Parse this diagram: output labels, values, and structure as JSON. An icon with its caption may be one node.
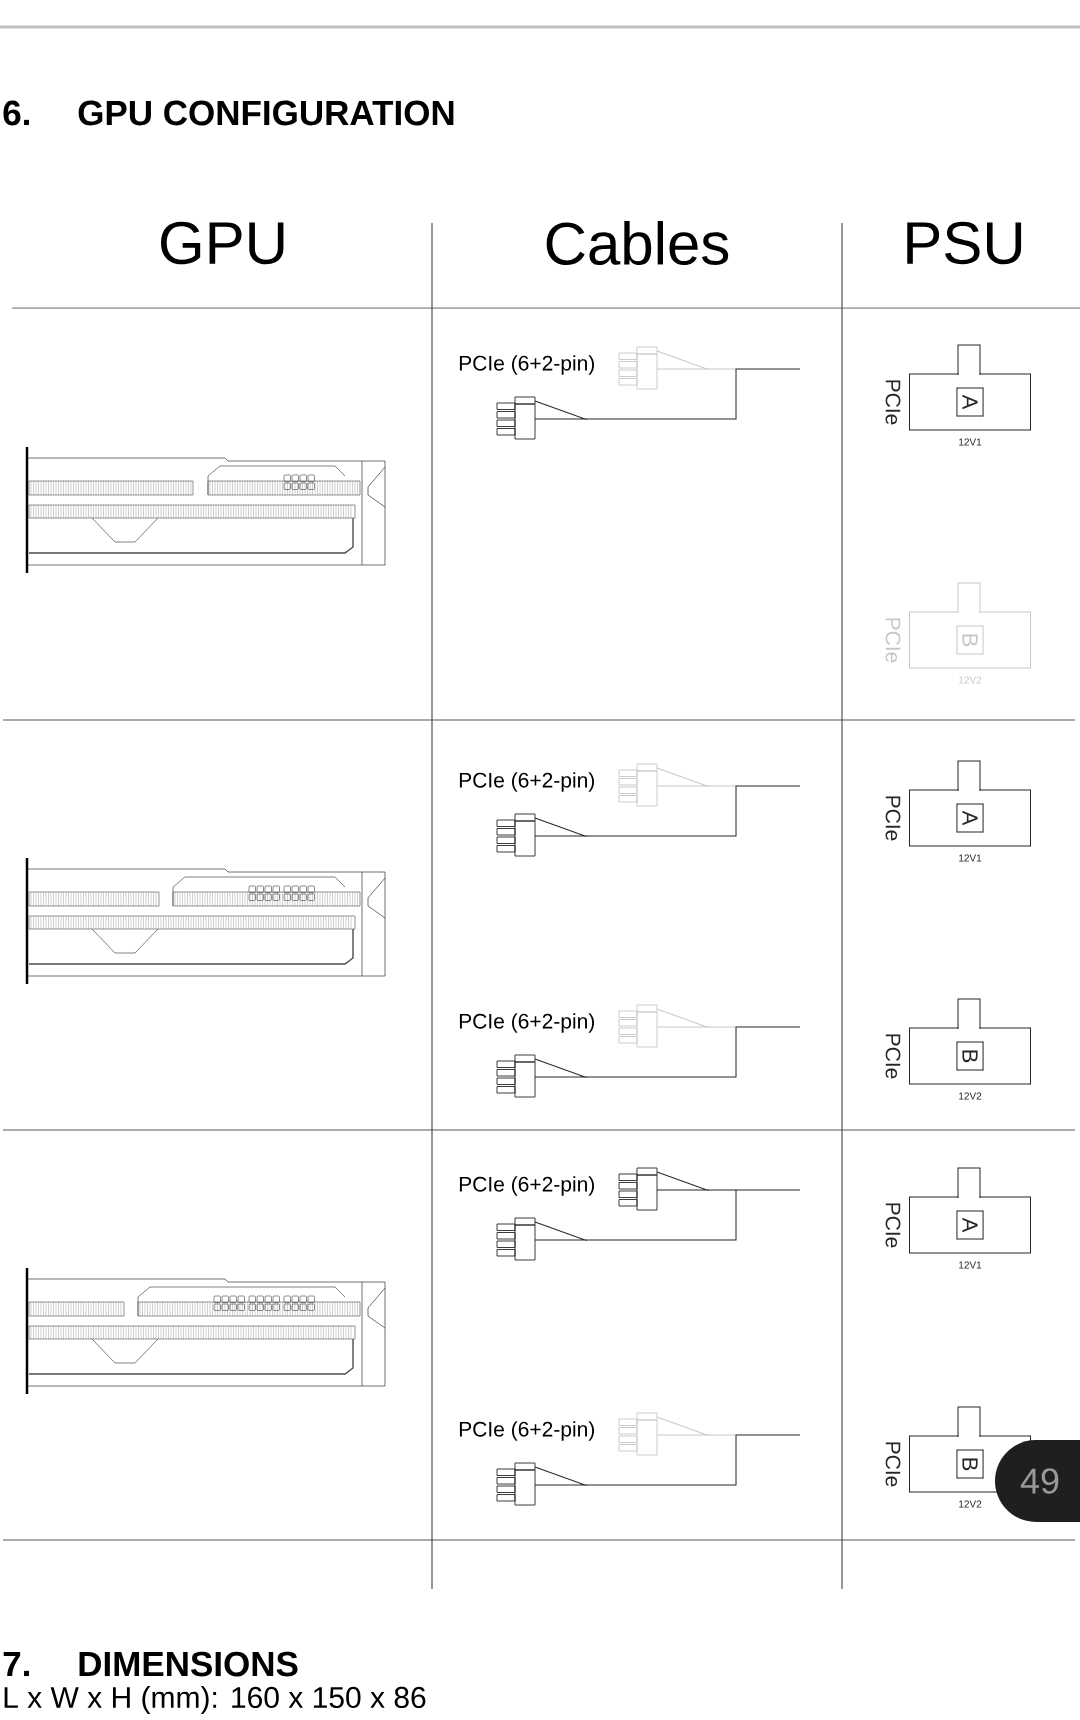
{
  "diagram": {
    "title": "GPU CONFIGURATION",
    "nodes": [
      {
        "text": [
          "A"
        ],
        "beside": [
          "PCIe",
          "12V1"
        ]
      },
      {
        "text": [
          "B"
        ],
        "beside": [
          "PCIe",
          "12V2"
        ]
      },
      {
        "text": [
          "A"
        ],
        "beside": [
          "PCIe",
          "12V1"
        ]
      },
      {
        "text": [
          "B"
        ],
        "beside": [
          "PCIe",
          "12V2"
        ]
      },
      {
        "text": [
          "A"
        ],
        "beside": [
          "PCIe",
          "12V1"
        ]
      },
      {
        "text": [
          "B"
        ],
        "beside": [
          "PCIe",
          "12V2"
        ]
      }
    ],
    "labels": [
      "6.",
      "GPU",
      "Cables",
      "PSU",
      "PCIe (6+2-pin)",
      "PCIe (6+2-pin)",
      "PCIe (6+2-pin)",
      "PCIe (6+2-pin)",
      "PCIe (6+2-pin)",
      "49",
      "7.",
      "DIMENSIONS",
      "L x W x H (mm): 160 x 150 x 86"
    ]
  }
}
